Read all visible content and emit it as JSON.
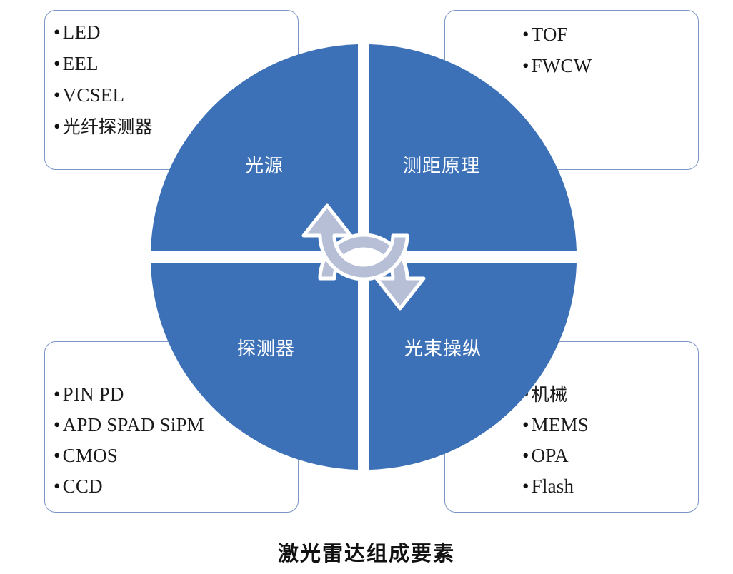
{
  "diagram": {
    "caption": "激光雷达组成要素",
    "colors": {
      "pie_blue": "#3C71B8",
      "box_border": "#7B95C6",
      "arrow_fill": "#B6BFD6",
      "arrow_outline": "#FFFFFF",
      "background": "#FFFFFF",
      "quadrant_label_text": "#FFFFFF",
      "bullet_text": "#1A1A1A"
    },
    "center_cycle_icon": {
      "top_arrow": "clockwise-arc-arrow-right",
      "bottom_arrow": "counterclockwise-arc-arrow-left"
    },
    "quadrants": [
      {
        "id": "light-source",
        "label": "光源",
        "position": "top-left",
        "box_position": "top-left",
        "items": [
          "LED",
          "EEL",
          "VCSEL",
          "光纤探测器"
        ]
      },
      {
        "id": "ranging-principle",
        "label": "测距原理",
        "position": "top-right",
        "box_position": "top-right",
        "items": [
          "TOF",
          "FWCW"
        ]
      },
      {
        "id": "detector",
        "label": "探测器",
        "position": "bottom-left",
        "box_position": "bottom-left",
        "items": [
          "PIN PD",
          "APD SPAD SiPM",
          "CMOS",
          "CCD"
        ]
      },
      {
        "id": "beam-steering",
        "label": "光束操纵",
        "position": "bottom-right",
        "box_position": "bottom-right",
        "items": [
          "机械",
          "MEMS",
          "OPA",
          "Flash"
        ]
      }
    ]
  }
}
